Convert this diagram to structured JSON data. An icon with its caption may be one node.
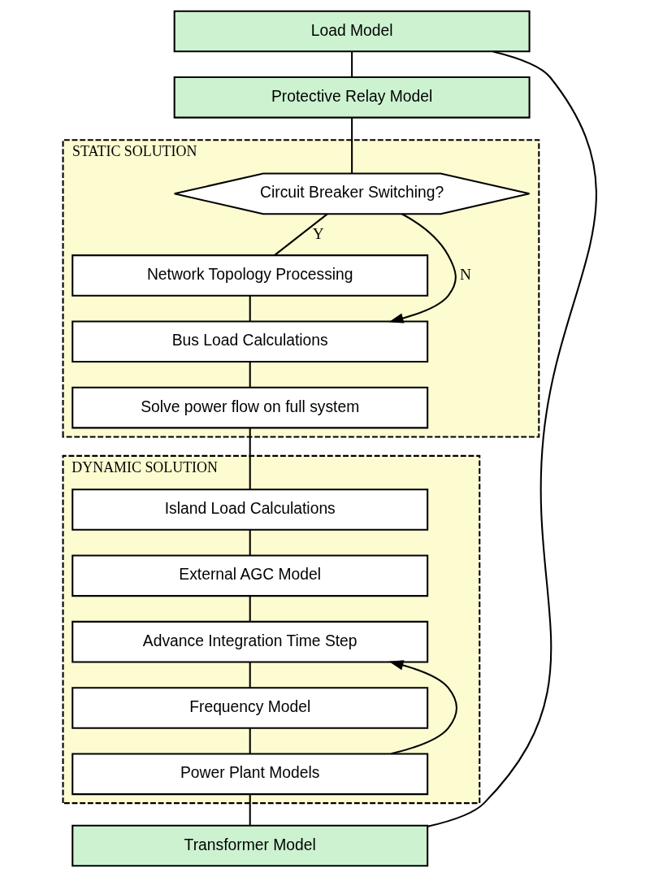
{
  "diagram": {
    "nodes": [
      {
        "text": [
          "Load Model"
        ]
      },
      {
        "text": [
          "Protective Relay Model"
        ]
      },
      {
        "text": [
          "STATIC SOLUTION"
        ]
      },
      {
        "text": [
          "Circuit Breaker Switching?"
        ],
        "in": 2
      },
      {
        "text": [
          "Network Topology Processing"
        ],
        "in": 2
      },
      {
        "text": [
          "Bus Load Calculations"
        ],
        "in": 2
      },
      {
        "text": [
          "Solve power flow on full system"
        ],
        "in": 2
      },
      {
        "text": [
          "DYNAMIC SOLUTION"
        ]
      },
      {
        "text": [
          "Island Load Calculations"
        ],
        "in": 7
      },
      {
        "text": [
          "External AGC Model"
        ],
        "in": 7
      },
      {
        "text": [
          "Advance Integration Time Step"
        ],
        "in": 7
      },
      {
        "text": [
          "Frequency Model"
        ],
        "in": 7
      },
      {
        "text": [
          "Power Plant Models"
        ],
        "in": 7
      },
      {
        "text": [
          "Transformer Model"
        ]
      }
    ],
    "edges": [
      {
        "from": 0,
        "to": 1,
        "arrow": "none"
      },
      {
        "from": 1,
        "to": 3,
        "arrow": "none"
      },
      {
        "from": 3,
        "to": 4,
        "arrow": "none",
        "label": "Y"
      },
      {
        "from": 3,
        "to": 5,
        "arrow": "to",
        "label": "N"
      },
      {
        "from": 4,
        "to": 5,
        "arrow": "none"
      },
      {
        "from": 5,
        "to": 6,
        "arrow": "none"
      },
      {
        "from": 6,
        "to": 8,
        "arrow": "none"
      },
      {
        "from": 8,
        "to": 9,
        "arrow": "none"
      },
      {
        "from": 9,
        "to": 10,
        "arrow": "none"
      },
      {
        "from": 10,
        "to": 11,
        "arrow": "none"
      },
      {
        "from": 11,
        "to": 12,
        "arrow": "none"
      },
      {
        "from": 12,
        "to": 10,
        "arrow": "to"
      },
      {
        "from": 12,
        "to": 13,
        "arrow": "none"
      },
      {
        "from": 13,
        "to": 0,
        "arrow": "none"
      }
    ]
  }
}
